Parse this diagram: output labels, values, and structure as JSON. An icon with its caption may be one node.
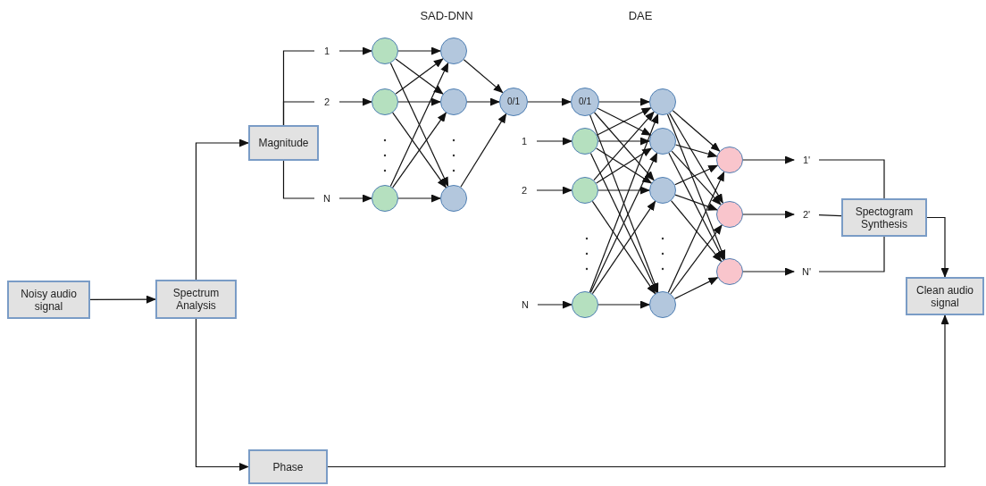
{
  "diagram": {
    "nodes": [
      {
        "text": [
          "Noisy audio signal"
        ]
      },
      {
        "text": [
          "Spectrum Analysis"
        ]
      },
      {
        "text": [
          "Magnitude"
        ]
      },
      {
        "text": [
          "Phase"
        ]
      },
      {
        "text": [
          "Spectogram Synthesis"
        ]
      },
      {
        "text": [
          "Clean audio signal"
        ]
      },
      {
        "text": [
          "1"
        ]
      },
      {
        "text": [
          "2"
        ]
      },
      {
        "text": [
          "N"
        ]
      },
      {
        "text": [],
        "shape": "circle"
      },
      {
        "text": [],
        "shape": "circle"
      },
      {
        "text": [],
        "shape": "circle"
      },
      {
        "text": [],
        "shape": "circle"
      },
      {
        "text": [],
        "shape": "circle"
      },
      {
        "text": [],
        "shape": "circle"
      },
      {
        "text": [
          "0/1"
        ]
      },
      {
        "text": [
          "1"
        ]
      },
      {
        "text": [
          "2"
        ]
      },
      {
        "text": [
          "N"
        ]
      },
      {
        "text": [
          "0/1"
        ]
      },
      {
        "text": [],
        "shape": "circle"
      },
      {
        "text": [],
        "shape": "circle"
      },
      {
        "text": [],
        "shape": "circle"
      },
      {
        "text": [],
        "shape": "circle"
      },
      {
        "text": [],
        "shape": "circle"
      },
      {
        "text": [],
        "shape": "circle"
      },
      {
        "text": [],
        "shape": "circle"
      },
      {
        "text": [],
        "shape": "circle"
      },
      {
        "text": [],
        "shape": "circle"
      },
      {
        "text": [],
        "shape": "circle"
      },
      {
        "text": [
          "1'"
        ]
      },
      {
        "text": [
          "2'"
        ]
      },
      {
        "text": [
          "N'"
        ]
      }
    ],
    "edges": [
      {
        "from": 0,
        "to": 1,
        "arrow": "to"
      },
      {
        "from": 1,
        "to": 2,
        "arrow": "to"
      },
      {
        "from": 1,
        "to": 3,
        "arrow": "to"
      },
      {
        "from": 2,
        "to": 6,
        "arrow": "none"
      },
      {
        "from": 2,
        "to": 7,
        "arrow": "none"
      },
      {
        "from": 2,
        "to": 8,
        "arrow": "none"
      },
      {
        "from": 6,
        "to": 9,
        "arrow": "to"
      },
      {
        "from": 7,
        "to": 10,
        "arrow": "to"
      },
      {
        "from": 8,
        "to": 11,
        "arrow": "to"
      },
      {
        "from": 9,
        "to": 12,
        "arrow": "to"
      },
      {
        "from": 9,
        "to": 13,
        "arrow": "to"
      },
      {
        "from": 9,
        "to": 14,
        "arrow": "to"
      },
      {
        "from": 10,
        "to": 12,
        "arrow": "to"
      },
      {
        "from": 10,
        "to": 13,
        "arrow": "to"
      },
      {
        "from": 10,
        "to": 14,
        "arrow": "to"
      },
      {
        "from": 11,
        "to": 12,
        "arrow": "to"
      },
      {
        "from": 11,
        "to": 13,
        "arrow": "to"
      },
      {
        "from": 11,
        "to": 14,
        "arrow": "to"
      },
      {
        "from": 12,
        "to": 15,
        "arrow": "to"
      },
      {
        "from": 13,
        "to": 15,
        "arrow": "to"
      },
      {
        "from": 14,
        "to": 15,
        "arrow": "to"
      },
      {
        "from": 15,
        "to": 19,
        "arrow": "to"
      },
      {
        "from": 16,
        "to": 20,
        "arrow": "to"
      },
      {
        "from": 17,
        "to": 21,
        "arrow": "to"
      },
      {
        "from": 18,
        "to": 22,
        "arrow": "to"
      },
      {
        "from": 19,
        "to": 23,
        "arrow": "to"
      },
      {
        "from": 19,
        "to": 24,
        "arrow": "to"
      },
      {
        "from": 19,
        "to": 25,
        "arrow": "to"
      },
      {
        "from": 19,
        "to": 26,
        "arrow": "to"
      },
      {
        "from": 20,
        "to": 23,
        "arrow": "to"
      },
      {
        "from": 20,
        "to": 24,
        "arrow": "to"
      },
      {
        "from": 20,
        "to": 25,
        "arrow": "to"
      },
      {
        "from": 20,
        "to": 26,
        "arrow": "to"
      },
      {
        "from": 21,
        "to": 23,
        "arrow": "to"
      },
      {
        "from": 21,
        "to": 24,
        "arrow": "to"
      },
      {
        "from": 21,
        "to": 25,
        "arrow": "to"
      },
      {
        "from": 21,
        "to": 26,
        "arrow": "to"
      },
      {
        "from": 22,
        "to": 23,
        "arrow": "to"
      },
      {
        "from": 22,
        "to": 24,
        "arrow": "to"
      },
      {
        "from": 22,
        "to": 25,
        "arrow": "to"
      },
      {
        "from": 22,
        "to": 26,
        "arrow": "to"
      },
      {
        "from": 23,
        "to": 27,
        "arrow": "to"
      },
      {
        "from": 23,
        "to": 28,
        "arrow": "to"
      },
      {
        "from": 23,
        "to": 29,
        "arrow": "to"
      },
      {
        "from": 24,
        "to": 27,
        "arrow": "to"
      },
      {
        "from": 24,
        "to": 28,
        "arrow": "to"
      },
      {
        "from": 24,
        "to": 29,
        "arrow": "to"
      },
      {
        "from": 25,
        "to": 27,
        "arrow": "to"
      },
      {
        "from": 25,
        "to": 28,
        "arrow": "to"
      },
      {
        "from": 25,
        "to": 29,
        "arrow": "to"
      },
      {
        "from": 26,
        "to": 27,
        "arrow": "to"
      },
      {
        "from": 26,
        "to": 28,
        "arrow": "to"
      },
      {
        "from": 26,
        "to": 29,
        "arrow": "to"
      },
      {
        "from": 27,
        "to": 30,
        "arrow": "to"
      },
      {
        "from": 28,
        "to": 31,
        "arrow": "to"
      },
      {
        "from": 29,
        "to": 32,
        "arrow": "to"
      },
      {
        "from": 30,
        "to": 4,
        "arrow": "none"
      },
      {
        "from": 31,
        "to": 4,
        "arrow": "none"
      },
      {
        "from": 32,
        "to": 4,
        "arrow": "none"
      },
      {
        "from": 4,
        "to": 5,
        "arrow": "to"
      },
      {
        "from": 3,
        "to": 5,
        "arrow": "to"
      }
    ],
    "labels": [
      "SAD-DNN",
      "DAE"
    ]
  }
}
